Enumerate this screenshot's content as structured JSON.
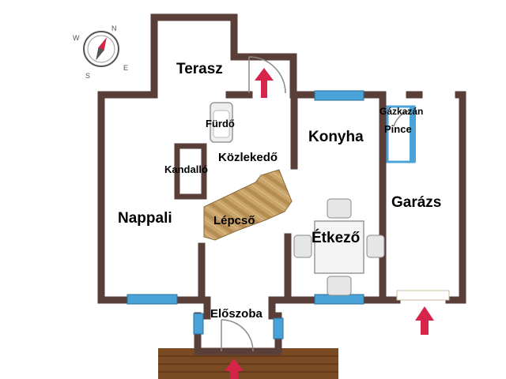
{
  "floorplan": {
    "rooms": [
      {
        "id": "terasz",
        "label": "Terasz"
      },
      {
        "id": "furdo",
        "label": "Fürdő"
      },
      {
        "id": "kozlekedo",
        "label": "Közlekedő"
      },
      {
        "id": "kandallo",
        "label": "Kandalló"
      },
      {
        "id": "konyha",
        "label": "Konyha"
      },
      {
        "id": "gazkazan",
        "label": "Gázkazán"
      },
      {
        "id": "pince",
        "label": "Pince"
      },
      {
        "id": "garazs",
        "label": "Garázs"
      },
      {
        "id": "nappali",
        "label": "Nappali"
      },
      {
        "id": "lepcso",
        "label": "Lépcső"
      },
      {
        "id": "etkezo",
        "label": "Étkező"
      },
      {
        "id": "eloszoba",
        "label": "Előszoba"
      }
    ],
    "compass": {
      "icon": "compass-icon",
      "directions": [
        "N",
        "S",
        "E",
        "W"
      ]
    },
    "entrance_markers": [
      "terrace-entry-arrow",
      "garage-entry-arrow",
      "main-entry-arrow"
    ],
    "colors": {
      "wall": "#5a3e38",
      "window": "#4aa3d8",
      "arrow": "#d6244a",
      "stairs": "#c9a46a",
      "porch": "#7a4a22"
    }
  }
}
